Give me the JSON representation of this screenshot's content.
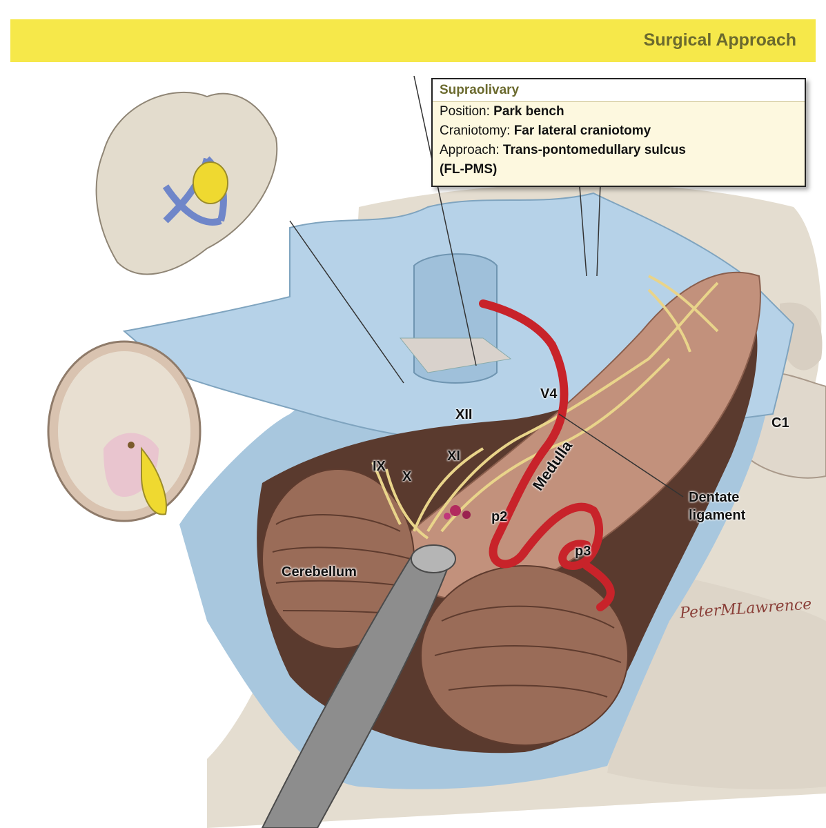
{
  "banner": {
    "title": "Surgical Approach"
  },
  "info_box": {
    "heading": "Supraolivary",
    "position_label": "Position: ",
    "position_value": "Park bench",
    "craniotomy_label": "Craniotomy: ",
    "craniotomy_value": "Far lateral craniotomy",
    "approach_label": "Approach: ",
    "approach_value": "Trans-pontomedullary sulcus",
    "approach_value_cont": "(FL-PMS)"
  },
  "labels": {
    "xii": "XII",
    "v4": "V4",
    "xi": "XI",
    "ix": "IX",
    "x": "X",
    "medulla": "Medulla",
    "p2": "p2",
    "p3": "p3",
    "dentate_1": "Dentate",
    "dentate_2": "ligament",
    "c1": "C1",
    "cerebellum": "Cerebellum"
  },
  "signature": "PeterMLawrence",
  "colors": {
    "banner": "#f6e84a",
    "dura": "#a8c7de",
    "cerebellum": "#9a6c58",
    "medulla": "#c0907a",
    "artery": "#c8232a",
    "nerve": "#e9d48a",
    "tumor_highlight": "#efd930"
  }
}
